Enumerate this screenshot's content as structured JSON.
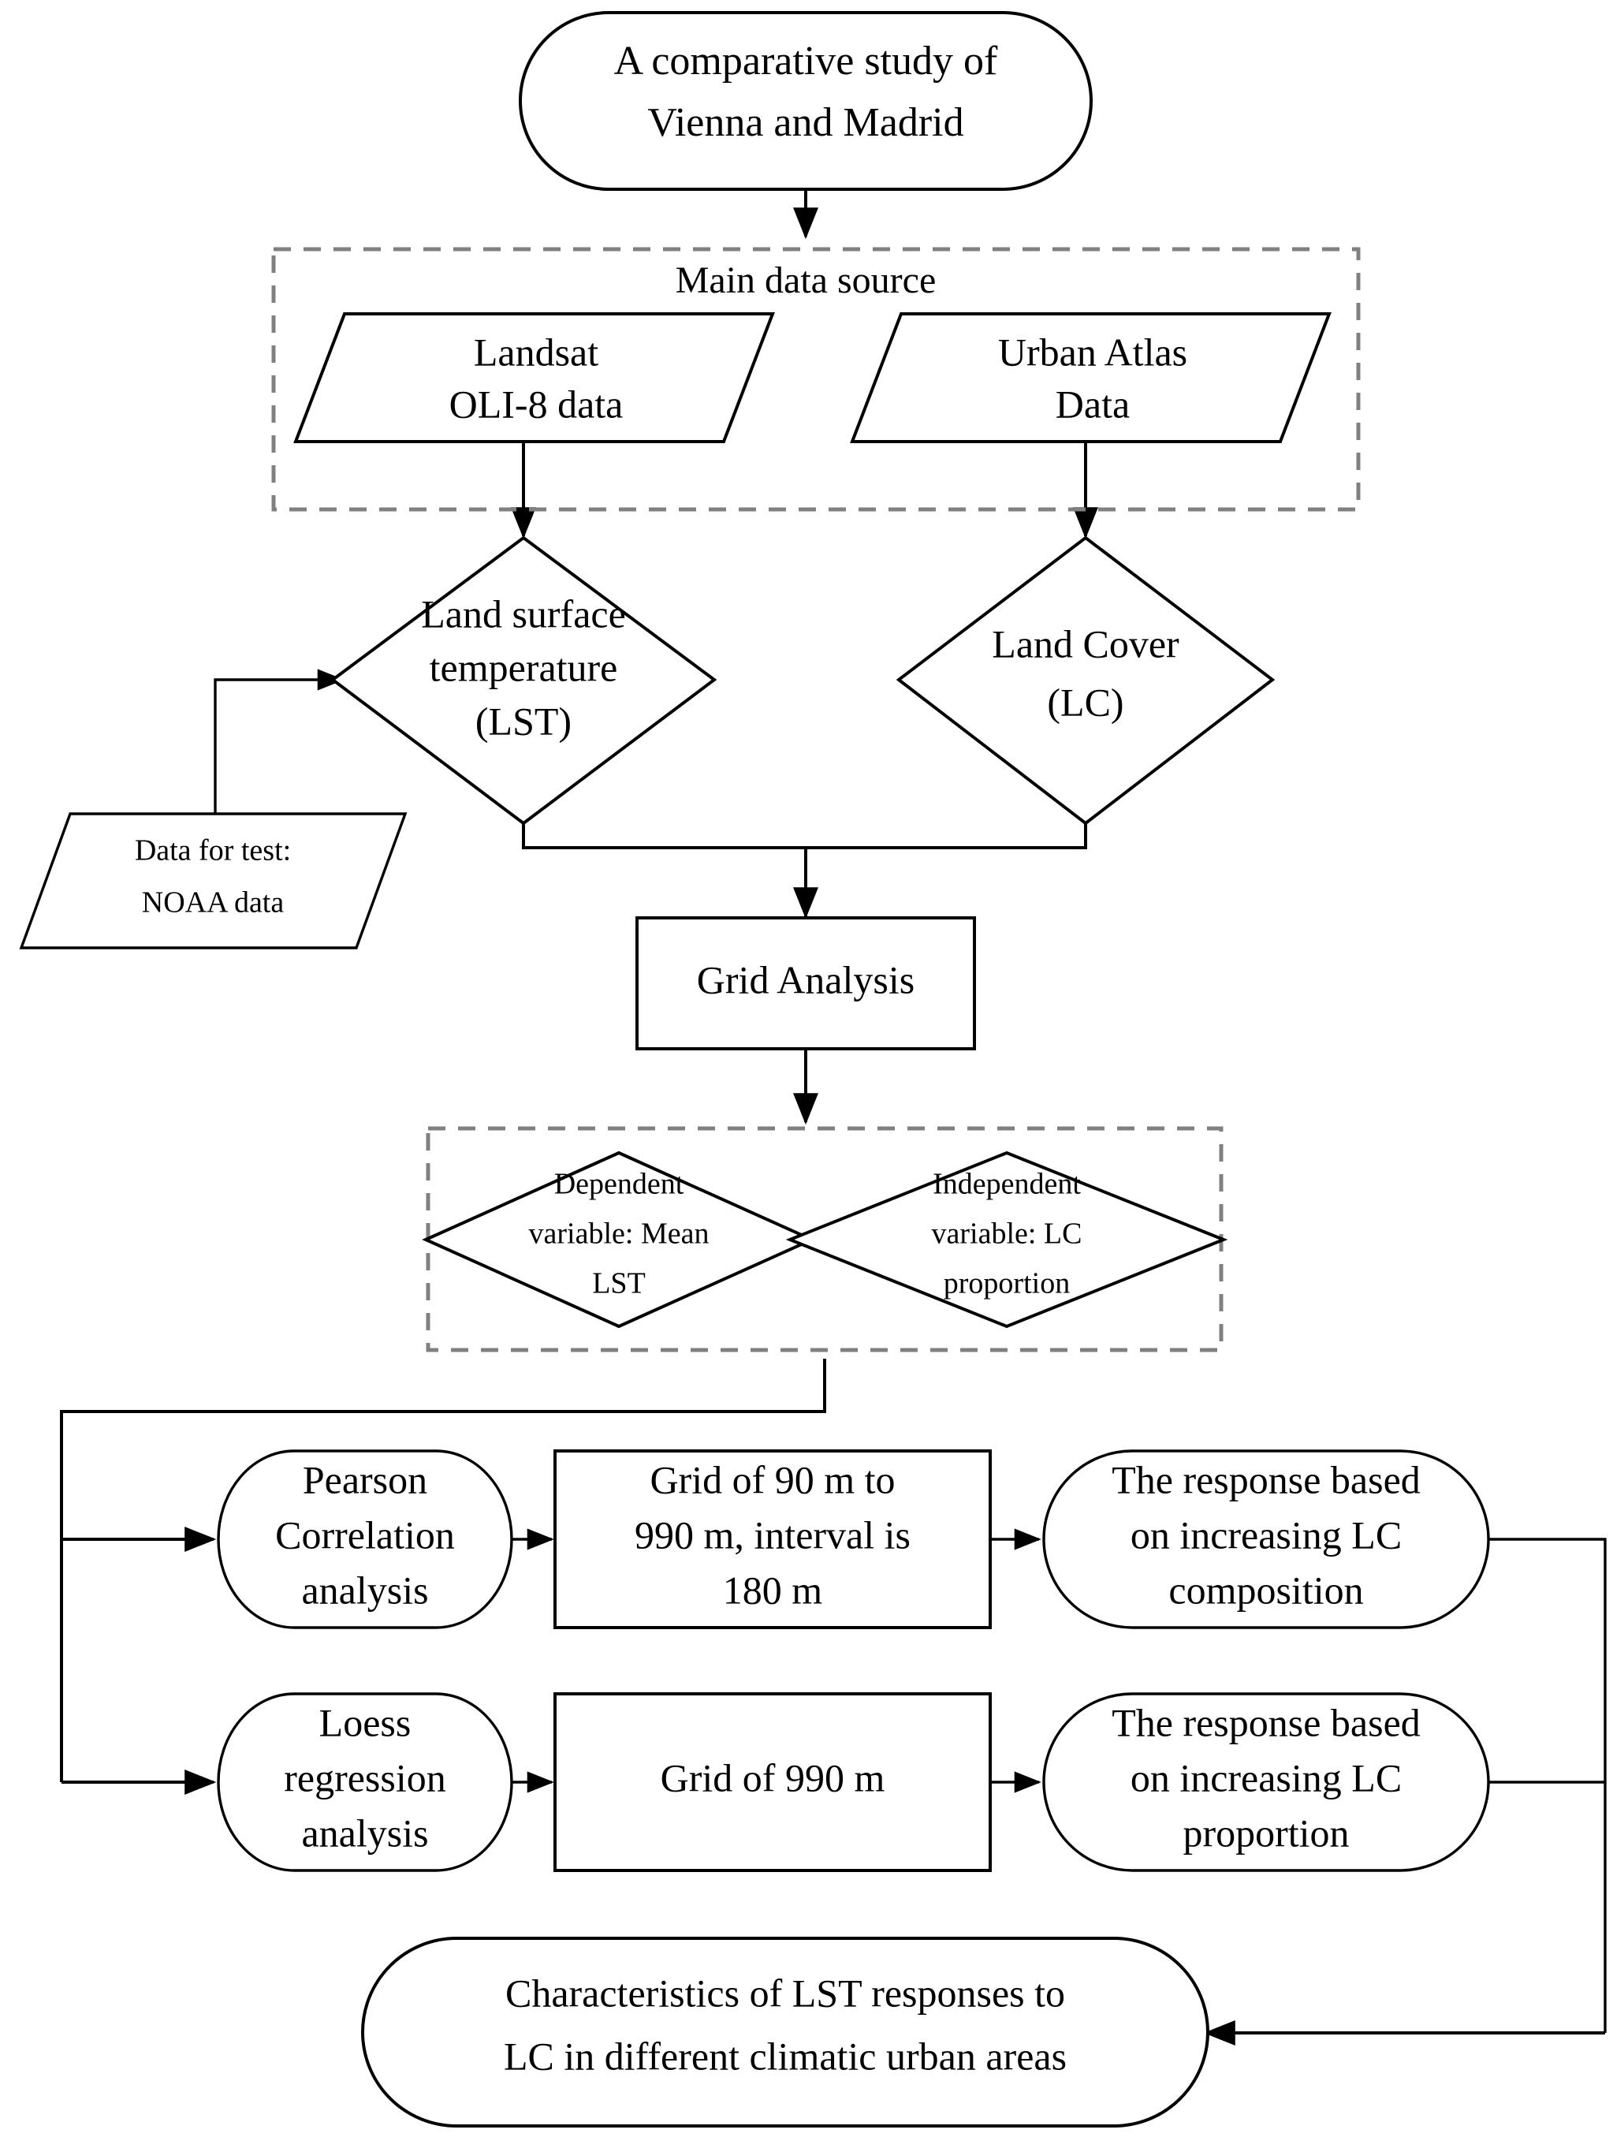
{
  "diagram": {
    "type": "flowchart",
    "title": "Research workflow: comparative LST-Land Cover study",
    "orientation": "top-to-bottom"
  },
  "nodes": {
    "study_title": {
      "shape": "stadium",
      "lines": [
        "A comparative study of",
        "Vienna and Madrid"
      ]
    },
    "main_data_source_group": {
      "shape": "dashed-container",
      "label": "Main data source"
    },
    "landsat": {
      "shape": "parallelogram",
      "lines": [
        "Landsat",
        "OLI-8 data"
      ]
    },
    "urban_atlas": {
      "shape": "parallelogram",
      "lines": [
        "Urban Atlas",
        "Data"
      ]
    },
    "lst": {
      "shape": "diamond",
      "lines": [
        "Land surface",
        "temperature",
        "(LST)"
      ]
    },
    "lc": {
      "shape": "diamond",
      "lines": [
        "Land Cover",
        "(LC)"
      ]
    },
    "noaa": {
      "shape": "parallelogram",
      "lines": [
        "Data for test:",
        "NOAA data"
      ]
    },
    "grid_analysis": {
      "shape": "rectangle",
      "lines": [
        "Grid Analysis"
      ]
    },
    "variables_group": {
      "shape": "dashed-container",
      "label": ""
    },
    "dependent_variable": {
      "shape": "diamond",
      "lines": [
        "Dependent",
        "variable: Mean",
        "LST"
      ]
    },
    "independent_variable": {
      "shape": "diamond",
      "lines": [
        "Independent",
        "variable: LC",
        "proportion"
      ]
    },
    "pearson": {
      "shape": "rounded",
      "lines": [
        "Pearson",
        "Correlation",
        "analysis"
      ]
    },
    "grid_range": {
      "shape": "rectangle",
      "lines": [
        "Grid of 90 m to",
        "990 m, interval is",
        "180 m"
      ]
    },
    "response_composition": {
      "shape": "stadium",
      "lines": [
        "The response based",
        "on increasing LC",
        "composition"
      ]
    },
    "loess": {
      "shape": "rounded",
      "lines": [
        "Loess",
        "regression",
        "analysis"
      ]
    },
    "grid_990": {
      "shape": "rectangle",
      "lines": [
        "Grid of 990 m"
      ]
    },
    "response_proportion": {
      "shape": "stadium",
      "lines": [
        "The response based",
        "on increasing LC",
        "proportion"
      ]
    },
    "conclusion": {
      "shape": "stadium",
      "lines": [
        "Characteristics of LST responses to",
        "LC in different climatic urban areas"
      ]
    }
  },
  "edges": [
    {
      "from": "study_title",
      "to": "main_data_source_group",
      "arrow": true
    },
    {
      "from": "landsat",
      "to": "lst",
      "arrow": true
    },
    {
      "from": "urban_atlas",
      "to": "lc",
      "arrow": true
    },
    {
      "from": "noaa",
      "to": "lst",
      "arrow": true
    },
    {
      "from": "lst",
      "to": "grid_analysis",
      "arrow": true
    },
    {
      "from": "lc",
      "to": "grid_analysis",
      "arrow": true
    },
    {
      "from": "grid_analysis",
      "to": "variables_group",
      "arrow": true
    },
    {
      "from": "variables_group",
      "to": "pearson",
      "arrow": true
    },
    {
      "from": "variables_group",
      "to": "loess",
      "arrow": true
    },
    {
      "from": "pearson",
      "to": "grid_range",
      "arrow": true
    },
    {
      "from": "grid_range",
      "to": "response_composition",
      "arrow": true
    },
    {
      "from": "loess",
      "to": "grid_990",
      "arrow": true
    },
    {
      "from": "grid_990",
      "to": "response_proportion",
      "arrow": true
    },
    {
      "from": "response_composition",
      "to": "conclusion",
      "arrow": true
    },
    {
      "from": "response_proportion",
      "to": "conclusion",
      "arrow": true
    }
  ],
  "colors": {
    "stroke": "#000000",
    "dashed_stroke": "#808080",
    "fill": "#ffffff",
    "background": "#ffffff"
  }
}
